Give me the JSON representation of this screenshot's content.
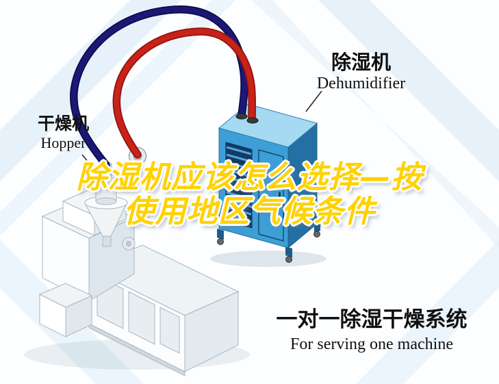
{
  "labels": {
    "hopper_zh": "干燥机",
    "hopper_en": "Hopper",
    "dehumidifier_zh": "除湿机",
    "dehumidifier_en": "Dehumidifier"
  },
  "title": {
    "line1": "除湿机应该怎么选择—按",
    "line2": "使用地区气候条件"
  },
  "caption": {
    "zh": "一对一除湿干燥系统",
    "en": "For serving one machine"
  },
  "colors": {
    "title_yellow": "#ffd200",
    "pipe_red": "#c8221a",
    "pipe_red_dark": "#8f150c",
    "pipe_navy": "#1c1878",
    "pipe_navy_dark": "#0d0b45",
    "dehumidifier_front": "#3d9fd6",
    "dehumidifier_top": "#a6d9f2",
    "dehumidifier_side": "#2470a4",
    "background_stripe": "#d7e7f6"
  }
}
